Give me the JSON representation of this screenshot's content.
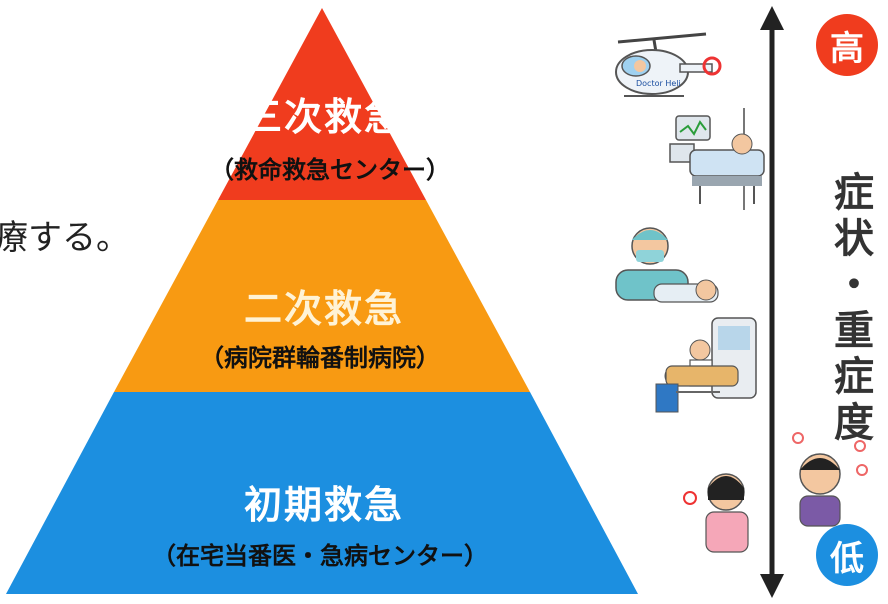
{
  "background_text": {
    "line1": "療する。",
    "line2": "。"
  },
  "pyramid": {
    "tiers": [
      {
        "title": "三次救急",
        "subtitle": "（救命救急センター）",
        "color": "#f03c1e"
      },
      {
        "title": "二次救急",
        "subtitle": "（病院群輪番制病院）",
        "color": "#f89a12"
      },
      {
        "title": "初期救急",
        "subtitle": "（在宅当番医・急病センター）",
        "color": "#1c8fe0"
      }
    ]
  },
  "severity_scale": {
    "high_label": "高",
    "low_label": "低",
    "axis_label": [
      "症",
      "状",
      "・",
      "重",
      "症",
      "度"
    ],
    "high_color": "#f03c1e",
    "low_color": "#1c8fe0"
  },
  "illustrations": [
    {
      "icon": "doctor-helicopter-icon",
      "text": "Doctor Heli"
    },
    {
      "icon": "icu-bed-patient-icon"
    },
    {
      "icon": "surgery-icon"
    },
    {
      "icon": "ambulance-stretcher-icon"
    },
    {
      "icon": "sick-people-icon"
    }
  ]
}
